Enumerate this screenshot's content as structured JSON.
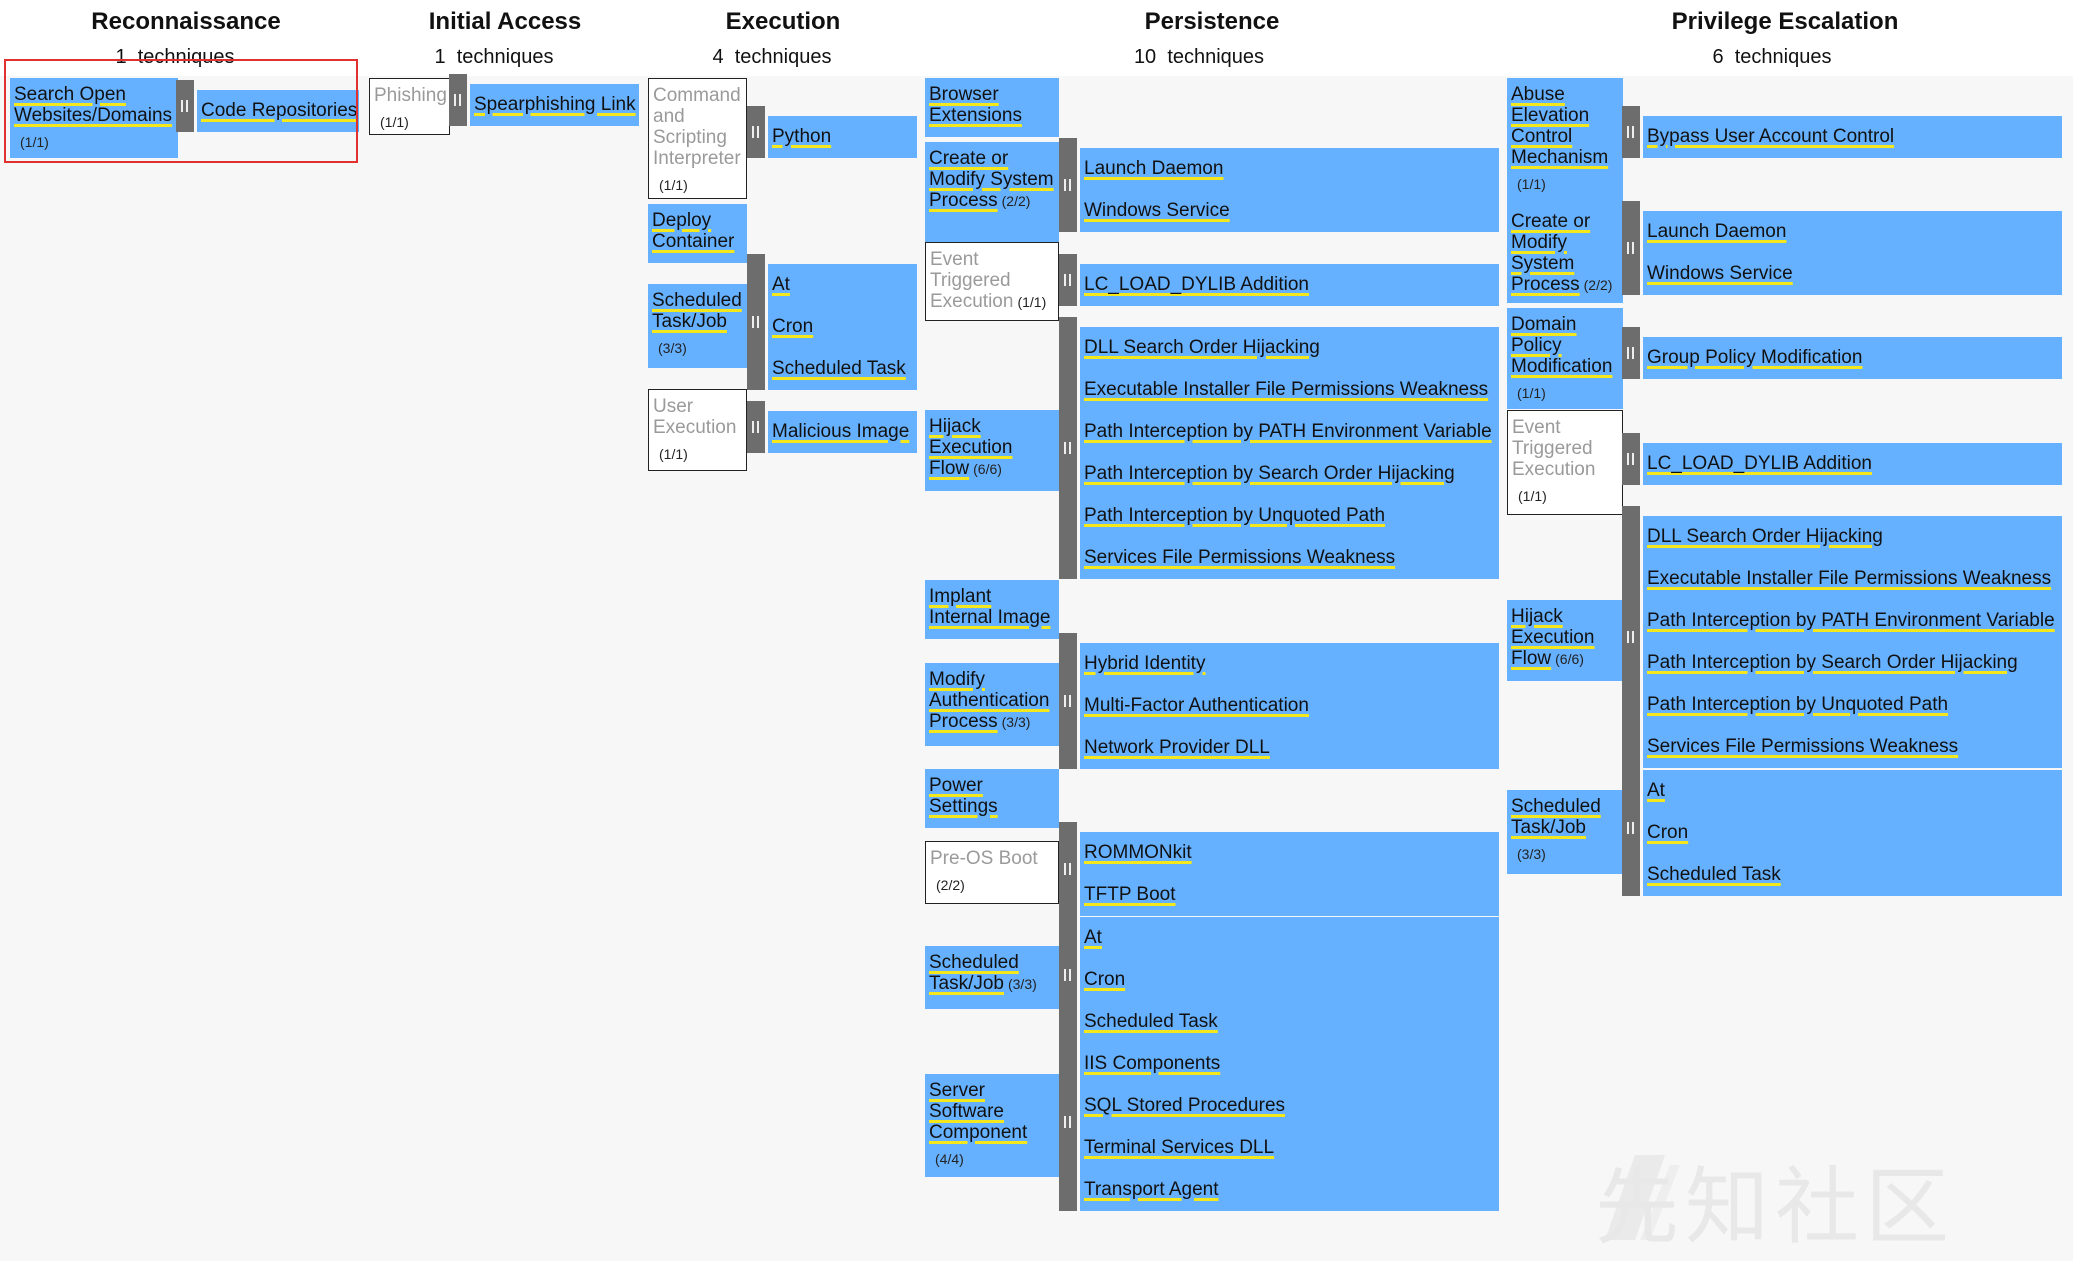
{
  "tactics": [
    {
      "name": "Reconnaissance",
      "count": "1",
      "count_label": "techniques"
    },
    {
      "name": "Initial Access",
      "count": "1",
      "count_label": "techniques"
    },
    {
      "name": "Execution",
      "count": "4",
      "count_label": "techniques"
    },
    {
      "name": "Persistence",
      "count": "10",
      "count_label": "techniques"
    },
    {
      "name": "Privilege Escalation",
      "count": "6",
      "count_label": "techniques"
    }
  ],
  "techniques": [
    {
      "name": "Search Open Websites/Domains",
      "count": "(1/1)",
      "subs": [
        "Code Repositories"
      ]
    },
    {
      "name": "Phishing",
      "count": "(1/1)",
      "subs": [
        "Spearphishing Link"
      ]
    },
    {
      "name": "Command and Scripting Interpreter",
      "count": "(1/1)",
      "subs": [
        "Python"
      ]
    },
    {
      "name": "Deploy Container",
      "count": "",
      "subs": []
    },
    {
      "name": "Scheduled Task/Job",
      "count": "(3/3)",
      "subs": [
        "At",
        "Cron",
        "Scheduled Task"
      ]
    },
    {
      "name": "User Execution",
      "count": "(1/1)",
      "subs": [
        "Malicious Image"
      ]
    },
    {
      "name": "Browser Extensions",
      "count": "",
      "subs": []
    },
    {
      "name": "Create or Modify System Process",
      "count": "(2/2)",
      "subs": [
        "Launch Daemon",
        "Windows Service"
      ]
    },
    {
      "name": "Event Triggered Execution",
      "count": "(1/1)",
      "subs": [
        "LC_LOAD_DYLIB Addition"
      ]
    },
    {
      "name": "Hijack Execution Flow",
      "count": "(6/6)",
      "subs": [
        "DLL Search Order Hijacking",
        "Executable Installer File Permissions Weakness",
        "Path Interception by PATH Environment Variable",
        "Path Interception by Search Order Hijacking",
        "Path Interception by Unquoted Path",
        "Services File Permissions Weakness"
      ]
    },
    {
      "name": "Implant Internal Image",
      "count": "",
      "subs": []
    },
    {
      "name": "Modify Authentication Process",
      "count": "(3/3)",
      "subs": [
        "Hybrid Identity",
        "Multi-Factor Authentication",
        "Network Provider DLL"
      ]
    },
    {
      "name": "Power Settings",
      "count": "",
      "subs": []
    },
    {
      "name": "Pre-OS Boot",
      "count": "(2/2)",
      "subs": [
        "ROMMONkit",
        "TFTP Boot"
      ]
    },
    {
      "name": "Scheduled Task/Job",
      "count": "(3/3)",
      "subs": [
        "At",
        "Cron",
        "Scheduled Task"
      ]
    },
    {
      "name": "Server Software Component",
      "count": "(4/4)",
      "subs": [
        "IIS Components",
        "SQL Stored Procedures",
        "Terminal Services DLL",
        "Transport Agent"
      ]
    },
    {
      "name": "Abuse Elevation Control Mechanism",
      "count": "(1/1)",
      "subs": [
        "Bypass User Account Control"
      ]
    },
    {
      "name": "Create or Modify System Process",
      "count": "(2/2)",
      "subs": [
        "Launch Daemon",
        "Windows Service"
      ]
    },
    {
      "name": "Domain Policy Modification",
      "count": "(1/1)",
      "subs": [
        "Group Policy Modification"
      ]
    },
    {
      "name": "Event Triggered Execution",
      "count": "(1/1)",
      "subs": [
        "LC_LOAD_DYLIB Addition"
      ]
    },
    {
      "name": "Hijack Execution Flow",
      "count": "(6/6)",
      "subs": [
        "DLL Search Order Hijacking",
        "Executable Installer File Permissions Weakness",
        "Path Interception by PATH Environment Variable",
        "Path Interception by Search Order Hijacking",
        "Path Interception by Unquoted Path",
        "Services File Permissions Weakness"
      ]
    },
    {
      "name": "Scheduled Task/Job",
      "count": "(3/3)",
      "subs": [
        "At",
        "Cron",
        "Scheduled Task"
      ]
    }
  ],
  "watermark": "先知社区",
  "colors": {
    "selected": "#66b1ff",
    "underline": "#f4e81c",
    "sidebar": "#6d6d6d",
    "highlight": "#e03030"
  }
}
